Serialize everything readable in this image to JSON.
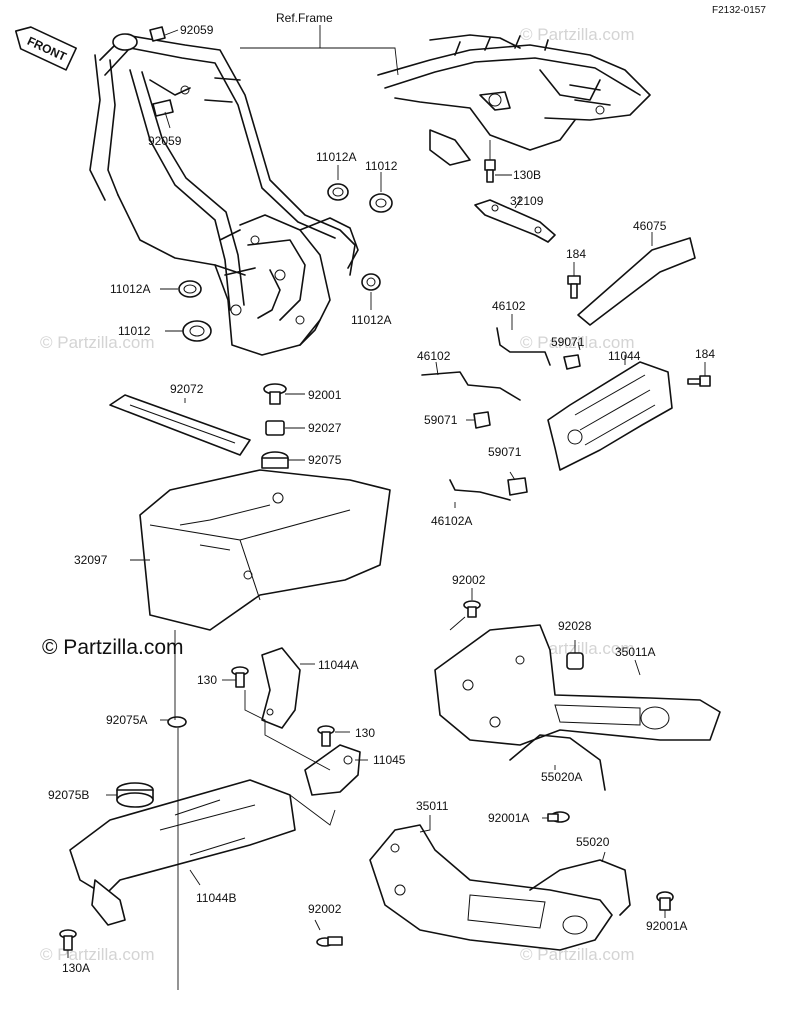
{
  "diagram_code": "F2132-0157",
  "direction_tag": "FRONT",
  "watermark_main": "© Partzilla.com",
  "watermark_faint": "© Partzilla.com",
  "labels": {
    "ref_frame": "Ref.Frame",
    "p92059_top": "92059",
    "p92059_mid": "92059",
    "p11012A_top": "11012A",
    "p11012_top": "11012",
    "p11012A_left": "11012A",
    "p11012_left": "11012",
    "p11012A_right": "11012A",
    "p130B": "130B",
    "p32109": "32109",
    "p184_top": "184",
    "p46075": "46075",
    "p46102_top": "46102",
    "p46102_left": "46102",
    "p59071_top": "59071",
    "p11044": "11044",
    "p184_right": "184",
    "p59071_mid": "59071",
    "p59071_low": "59071",
    "p46102A": "46102A",
    "p92072": "92072",
    "p92001": "92001",
    "p92027": "92027",
    "p92075": "92075",
    "p32097": "32097",
    "p92002_top": "92002",
    "p92028": "92028",
    "p35011A": "35011A",
    "p130_left": "130",
    "p11044A": "11044A",
    "p92075A": "92075A",
    "p130_mid": "130",
    "p11045": "11045",
    "p55020A": "55020A",
    "p92001A_top": "92001A",
    "p92075B": "92075B",
    "p35011": "35011",
    "p55020": "55020",
    "p11044B": "11044B",
    "p92002_bottom": "92002",
    "p92001A_bottom": "92001A",
    "p130A": "130A"
  }
}
